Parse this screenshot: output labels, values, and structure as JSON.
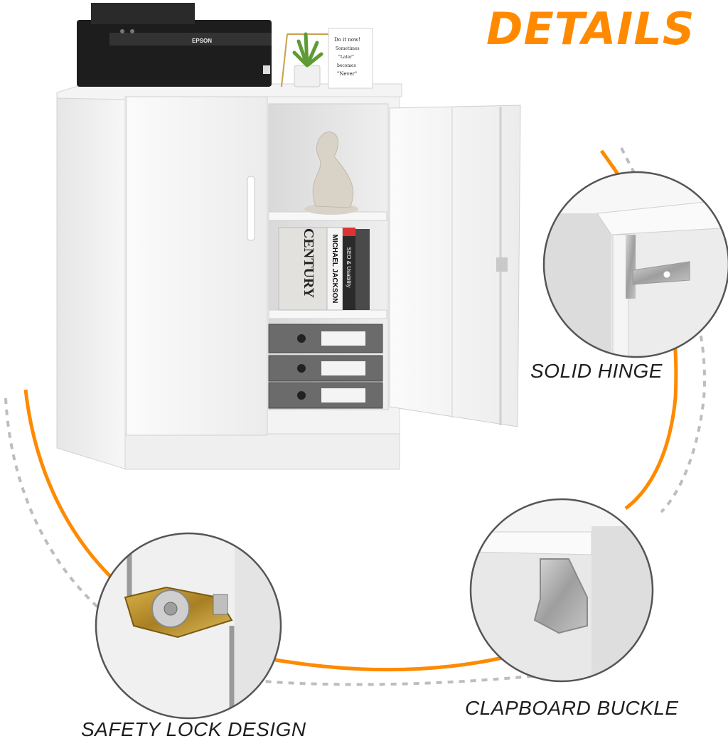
{
  "title": "DETAILS",
  "accent_color": "#ff8a00",
  "captions": {
    "hinge": "SOLID HINGE",
    "buckle": "CLAPBOARD BUCKLE",
    "lock": "SAFETY LOCK DESIGN"
  },
  "printer_brand": "EPSON",
  "sign_text": [
    "Do it now!",
    "Sometimes",
    "\"Later\"",
    "becomes",
    "\"Never\""
  ],
  "books": [
    {
      "spine": "CENTURY"
    },
    {
      "spine": "MICHAEL JACKSON"
    },
    {
      "spine": "SEO & Usability"
    }
  ],
  "icons": [
    "hinge-detail-icon",
    "buckle-detail-icon",
    "lock-detail-icon"
  ]
}
